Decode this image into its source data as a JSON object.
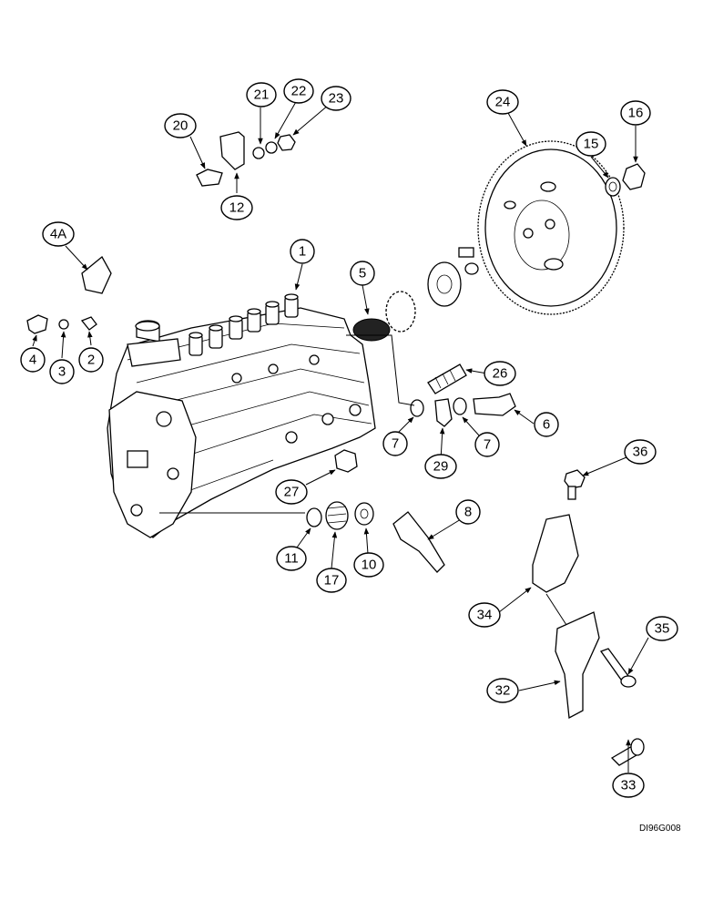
{
  "callouts": [
    {
      "id": "c1",
      "label": "1"
    },
    {
      "id": "c2",
      "label": "2"
    },
    {
      "id": "c3",
      "label": "3"
    },
    {
      "id": "c4",
      "label": "4"
    },
    {
      "id": "c4a",
      "label": "4A"
    },
    {
      "id": "c5",
      "label": "5"
    },
    {
      "id": "c6",
      "label": "6"
    },
    {
      "id": "c7a",
      "label": "7"
    },
    {
      "id": "c7b",
      "label": "7"
    },
    {
      "id": "c8",
      "label": "8"
    },
    {
      "id": "c10",
      "label": "10"
    },
    {
      "id": "c11",
      "label": "11"
    },
    {
      "id": "c12",
      "label": "12"
    },
    {
      "id": "c15",
      "label": "15"
    },
    {
      "id": "c16",
      "label": "16"
    },
    {
      "id": "c17",
      "label": "17"
    },
    {
      "id": "c20",
      "label": "20"
    },
    {
      "id": "c21",
      "label": "21"
    },
    {
      "id": "c22",
      "label": "22"
    },
    {
      "id": "c23",
      "label": "23"
    },
    {
      "id": "c24",
      "label": "24"
    },
    {
      "id": "c26",
      "label": "26"
    },
    {
      "id": "c27",
      "label": "27"
    },
    {
      "id": "c29",
      "label": "29"
    },
    {
      "id": "c32",
      "label": "32"
    },
    {
      "id": "c33",
      "label": "33"
    },
    {
      "id": "c34",
      "label": "34"
    },
    {
      "id": "c35",
      "label": "35"
    },
    {
      "id": "c36",
      "label": "36"
    }
  ],
  "drawing_code": "DI96G008"
}
